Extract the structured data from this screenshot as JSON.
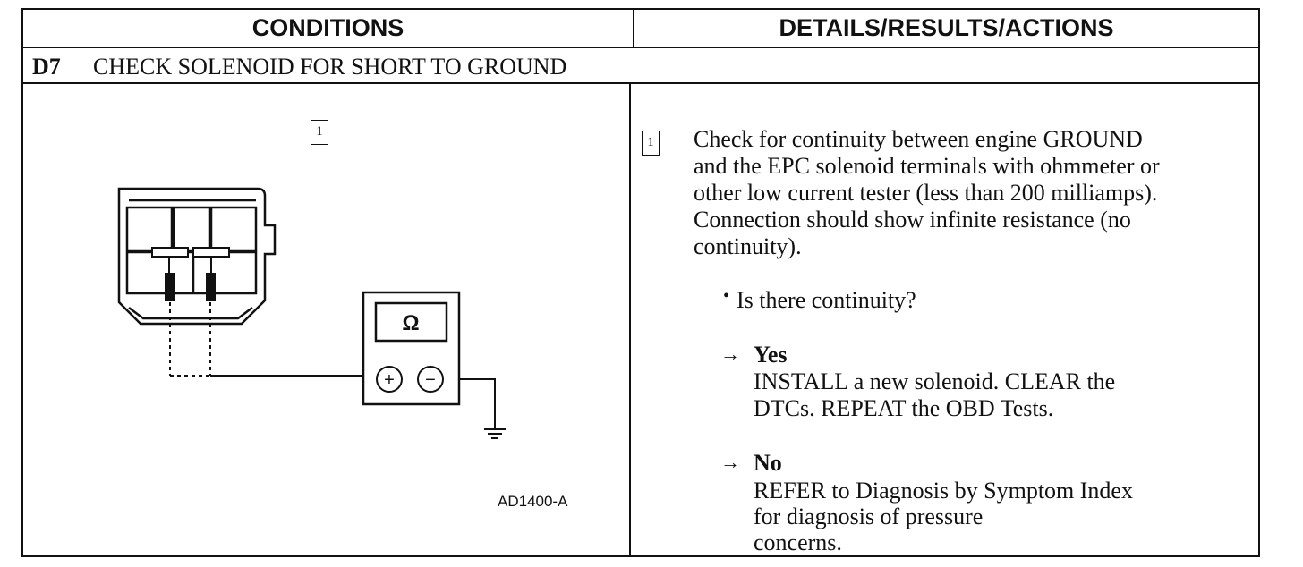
{
  "header": {
    "left_title": "CONDITIONS",
    "right_title": "DETAILS/RESULTS/ACTIONS"
  },
  "step": {
    "code": "D7",
    "title": "CHECK SOLENOID FOR SHORT TO GROUND"
  },
  "diagram": {
    "marker": "1",
    "meter_symbol": "Ω",
    "plus_symbol": "+",
    "minus_symbol": "−",
    "figure_id": "AD1400-A"
  },
  "details": {
    "marker": "1",
    "instruction_lines": [
      "Check for continuity between engine GROUND",
      "and the EPC solenoid terminals with ohmmeter or",
      "other low current tester (less than 200 milliamps).",
      "Connection should show infinite resistance (no",
      "continuity)."
    ],
    "bullet": "•",
    "question": "Is there continuity?",
    "arrow": "→",
    "yes": {
      "label": "Yes",
      "lines": [
        "INSTALL a new solenoid. CLEAR the",
        "DTCs. REPEAT the OBD Tests."
      ]
    },
    "no": {
      "label": "No",
      "lines": [
        "REFER to Diagnosis by Symptom Index",
        "for diagnosis of pressure",
        "concerns."
      ]
    }
  }
}
